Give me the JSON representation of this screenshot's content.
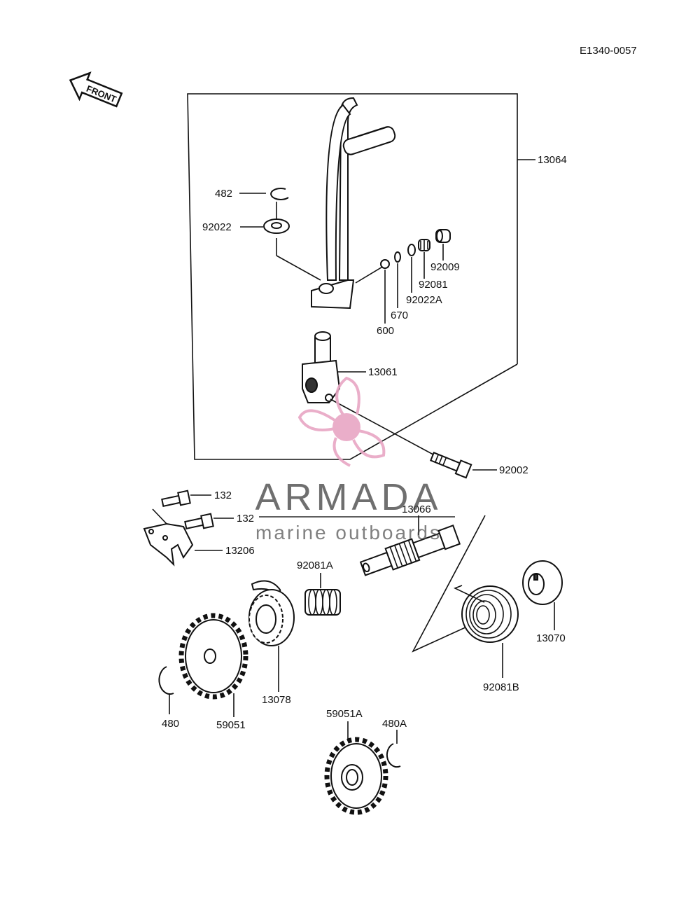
{
  "diagram_code": "E1340-0057",
  "front_arrow": {
    "label": "FRONT",
    "icon": "front-arrow-icon"
  },
  "watermark": {
    "brand": "ARMADA",
    "tagline": "marine outboards",
    "color": "#e8a6c4",
    "icon": "propeller-logo-icon"
  },
  "parts": {
    "p13064": "13064",
    "p482": "482",
    "p92022": "92022",
    "p92009": "92009",
    "p92081": "92081",
    "p92022A": "92022A",
    "p670": "670",
    "p600": "600",
    "p13061": "13061",
    "p92002": "92002",
    "p132a": "132",
    "p132b": "132",
    "p13206": "13206",
    "p13066": "13066",
    "p92081A": "92081A",
    "p13070": "13070",
    "p92081B": "92081B",
    "p13078": "13078",
    "p480": "480",
    "p59051": "59051",
    "p59051A": "59051A",
    "p480A": "480A"
  }
}
